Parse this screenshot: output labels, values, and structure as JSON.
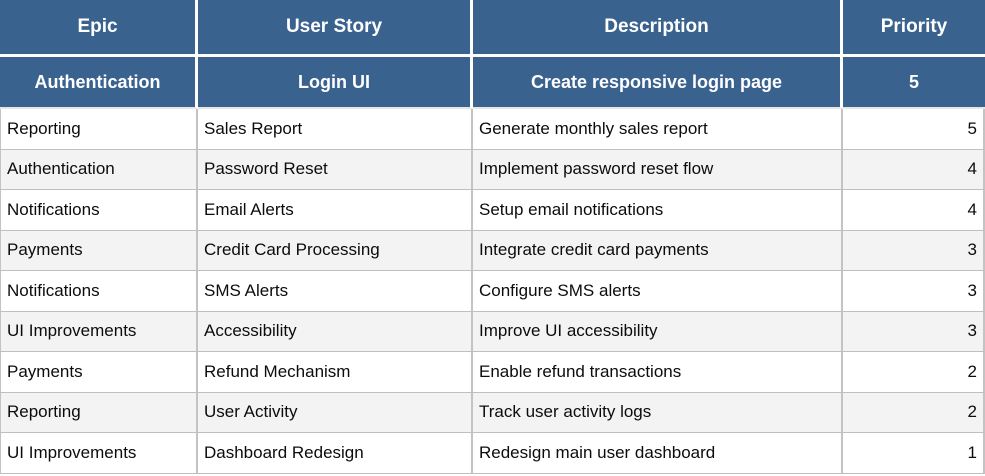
{
  "table": {
    "columns": [
      {
        "label": "Epic"
      },
      {
        "label": "User Story"
      },
      {
        "label": "Description"
      },
      {
        "label": "Priority"
      }
    ],
    "featured_row": {
      "epic": "Authentication",
      "user_story": "Login UI",
      "description": "Create responsive login page",
      "priority": "5"
    },
    "rows": [
      {
        "epic": "Reporting",
        "user_story": "Sales Report",
        "description": "Generate monthly sales report",
        "priority": "5"
      },
      {
        "epic": "Authentication",
        "user_story": "Password Reset",
        "description": "Implement password reset flow",
        "priority": "4"
      },
      {
        "epic": "Notifications",
        "user_story": "Email Alerts",
        "description": "Setup email notifications",
        "priority": "4"
      },
      {
        "epic": "Payments",
        "user_story": "Credit Card Processing",
        "description": "Integrate credit card payments",
        "priority": "3"
      },
      {
        "epic": "Notifications",
        "user_story": "SMS Alerts",
        "description": "Configure SMS alerts",
        "priority": "3"
      },
      {
        "epic": "UI Improvements",
        "user_story": "Accessibility",
        "description": "Improve UI accessibility",
        "priority": "3"
      },
      {
        "epic": "Payments",
        "user_story": "Refund Mechanism",
        "description": "Enable refund transactions",
        "priority": "2"
      },
      {
        "epic": "Reporting",
        "user_story": "User Activity",
        "description": "Track user activity logs",
        "priority": "2"
      },
      {
        "epic": "UI Improvements",
        "user_story": "Dashboard Redesign",
        "description": "Redesign main user dashboard",
        "priority": "1"
      }
    ]
  },
  "colors": {
    "header_bg": "#3A628F",
    "header_text": "#FFFFFF",
    "row_bg": "#FFFFFF",
    "row_alt_bg": "#F3F3F3",
    "grid_border": "#BFBFBF",
    "body_text": "#0C0C0C"
  }
}
